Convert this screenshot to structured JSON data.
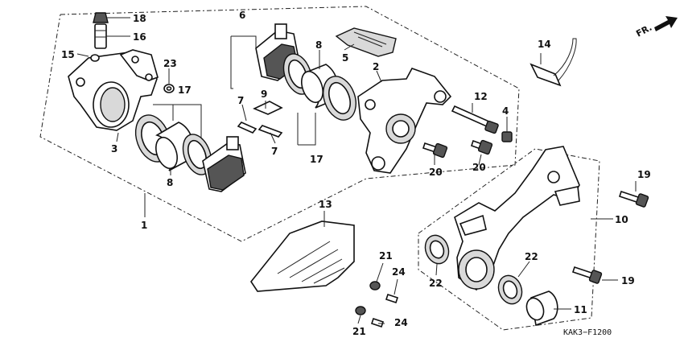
{
  "diagram": {
    "drawing_code": "KAK3−F1200",
    "direction_label": "FR.",
    "callouts": [
      "1",
      "2",
      "3",
      "4",
      "5",
      "6",
      "7",
      "7",
      "8",
      "8",
      "9",
      "10",
      "11",
      "12",
      "13",
      "14",
      "15",
      "16",
      "17",
      "17",
      "18",
      "19",
      "19",
      "20",
      "20",
      "21",
      "21",
      "22",
      "22",
      "23",
      "24",
      "24"
    ]
  }
}
